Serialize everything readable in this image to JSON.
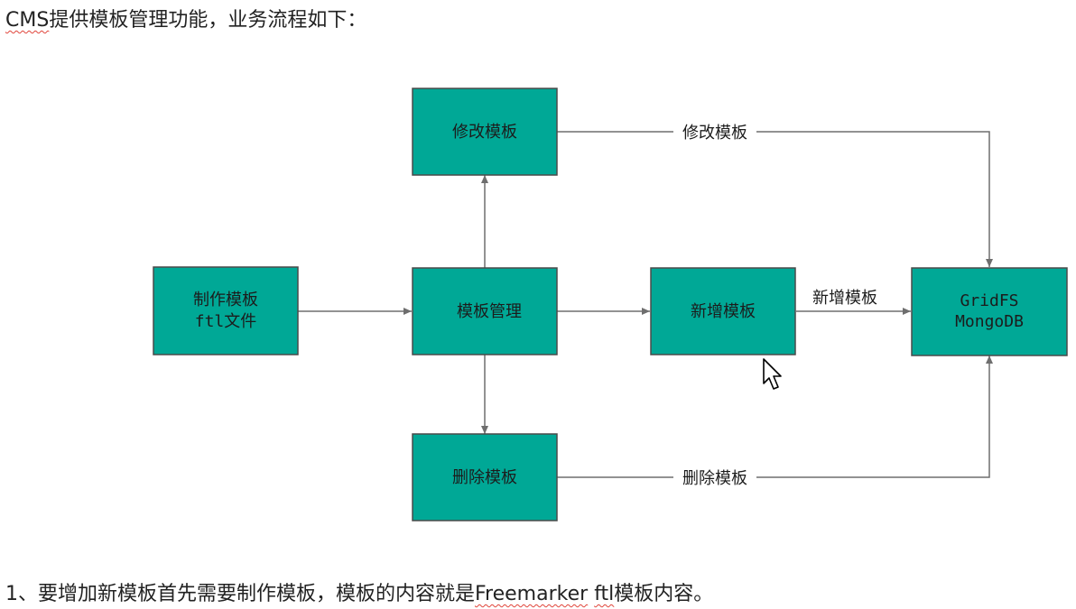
{
  "heading": {
    "prefix": "CMS",
    "rest": "提供模板管理功能，业务流程如下："
  },
  "nodes": {
    "make_template": {
      "line1": "制作模板",
      "line2": "ftl文件"
    },
    "template_management": {
      "line1": "模板管理"
    },
    "modify_template": {
      "line1": "修改模板"
    },
    "add_template": {
      "line1": "新增模板"
    },
    "delete_template": {
      "line1": "删除模板"
    },
    "gridfs": {
      "line1": "GridFS",
      "line2": "MongoDB"
    }
  },
  "edge_labels": {
    "modify": "修改模板",
    "add": "新增模板",
    "delete": "删除模板"
  },
  "footer": {
    "part1": "1、要增加新模板首先需要制作模板，模板的内容就是",
    "freemarker": "Freemarker",
    "space": " ",
    "ftl": "ftl",
    "part2": "模板内容。"
  },
  "colors": {
    "node_fill": "#00a896",
    "node_border": "#4a4a4a",
    "edge": "#6e6e6e",
    "spellcheck_underline": "#e0443a"
  },
  "icons": {
    "cursor": "mouse-pointer-icon"
  }
}
